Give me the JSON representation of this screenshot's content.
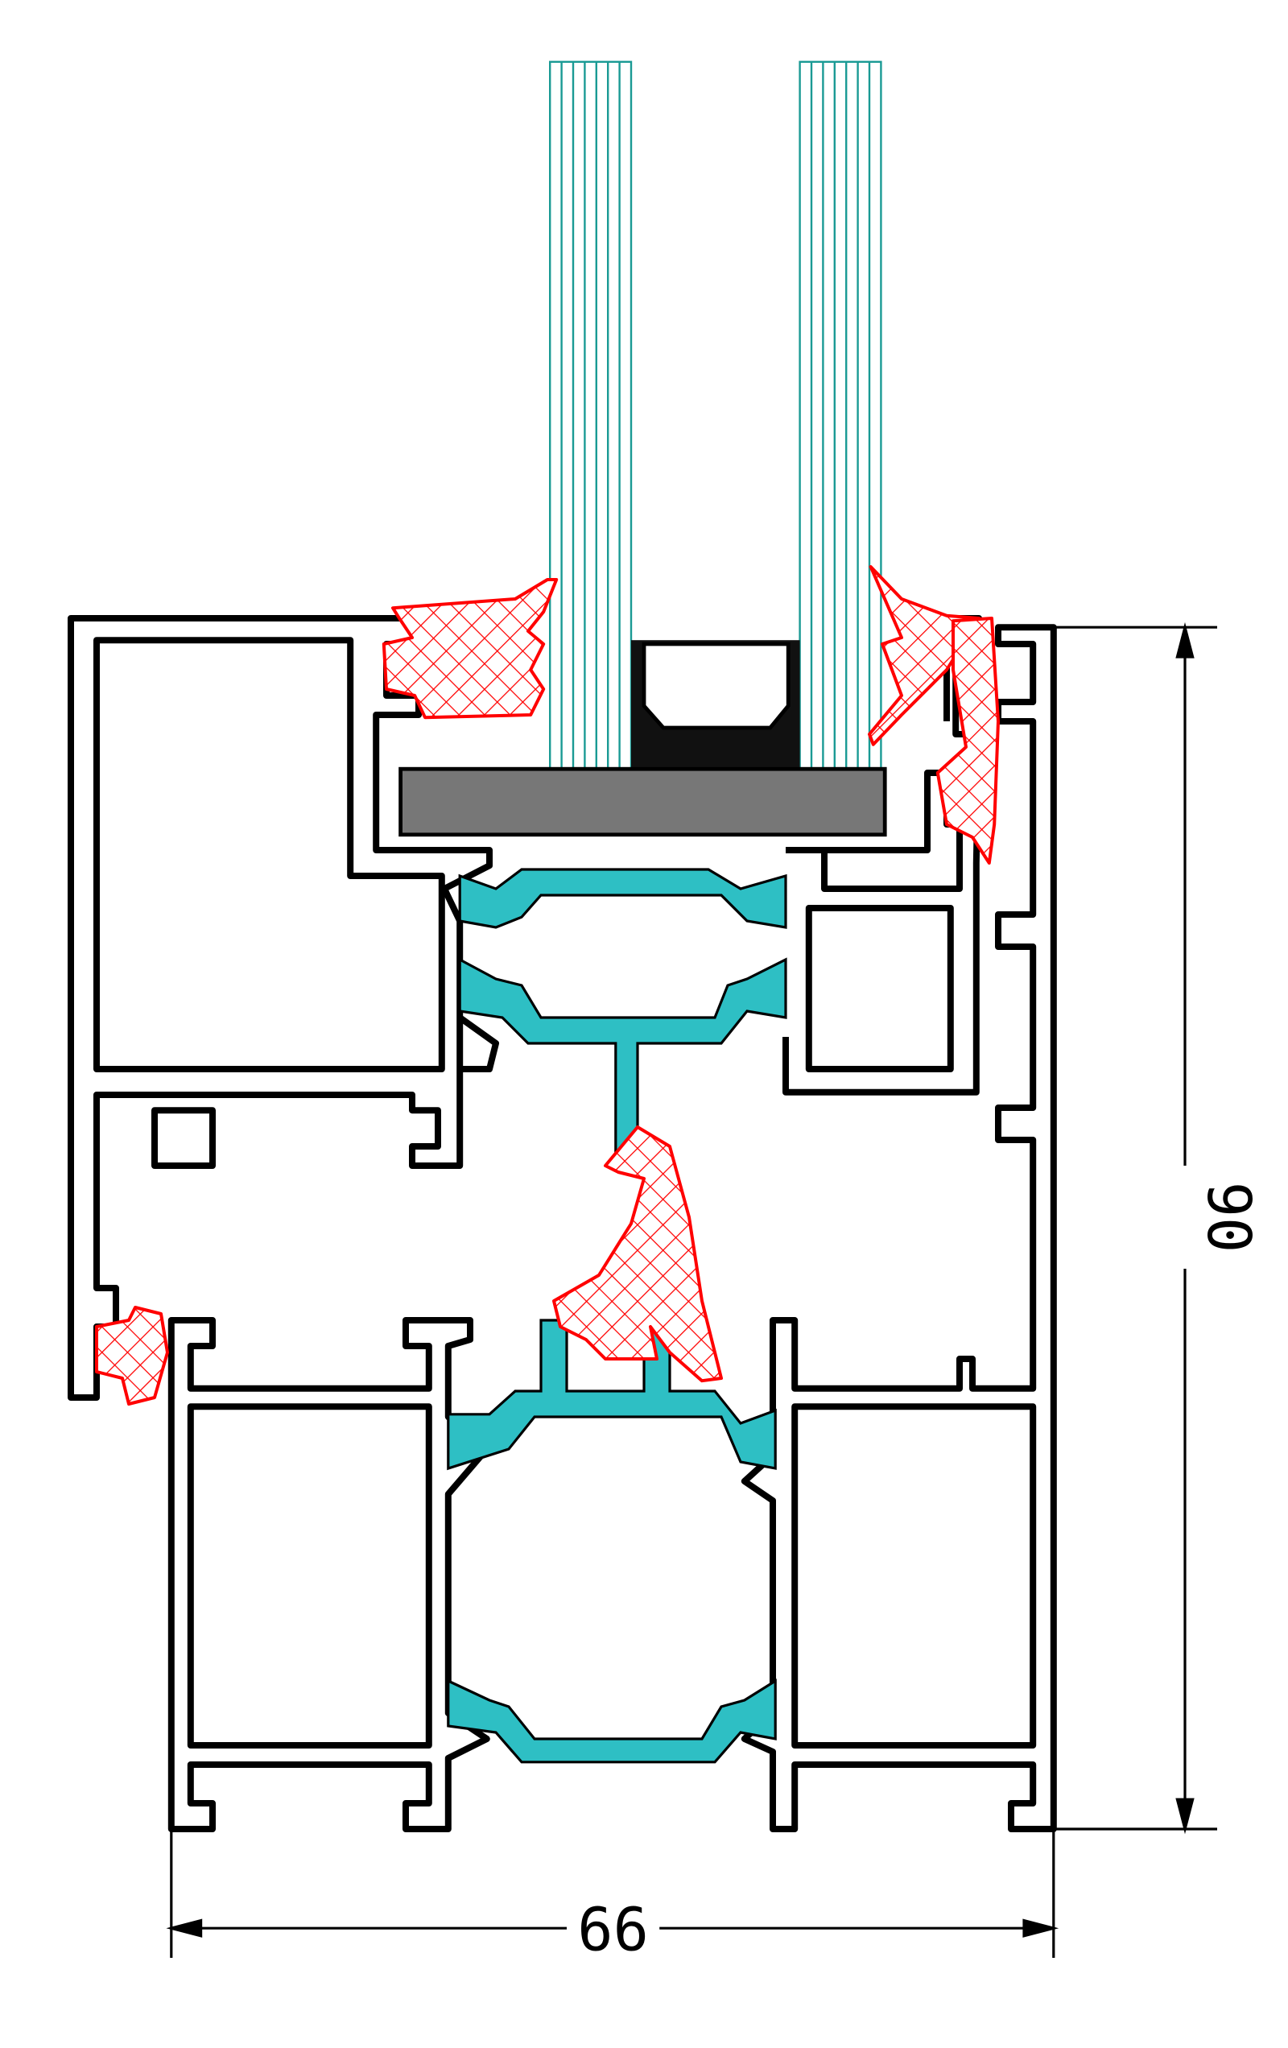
{
  "diagram": {
    "type": "window-profile-cross-section",
    "dimensions": {
      "height_label": "90",
      "width_label": "66"
    },
    "colors": {
      "profile": "#000000",
      "thermal_break": "#2ebfc4",
      "gasket": "#ff0000",
      "glass": "#1a9a94",
      "glazing_block": "#777777"
    }
  }
}
